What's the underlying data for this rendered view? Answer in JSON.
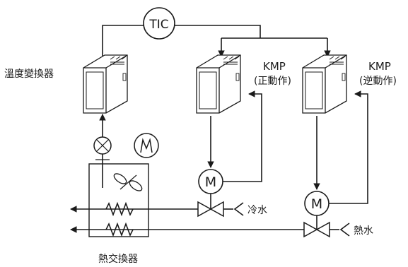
{
  "labels": {
    "tic": "TIC",
    "temp_converter": "溫度變換器",
    "kmp_forward_name": "KMP",
    "kmp_forward_mode": "(正動作)",
    "kmp_reverse_name": "KMP",
    "kmp_reverse_mode": "(逆動作)",
    "motor_symbol": "M",
    "cold_water": "冷水",
    "hot_water": "熱水",
    "heat_exchanger": "熱交換器"
  }
}
